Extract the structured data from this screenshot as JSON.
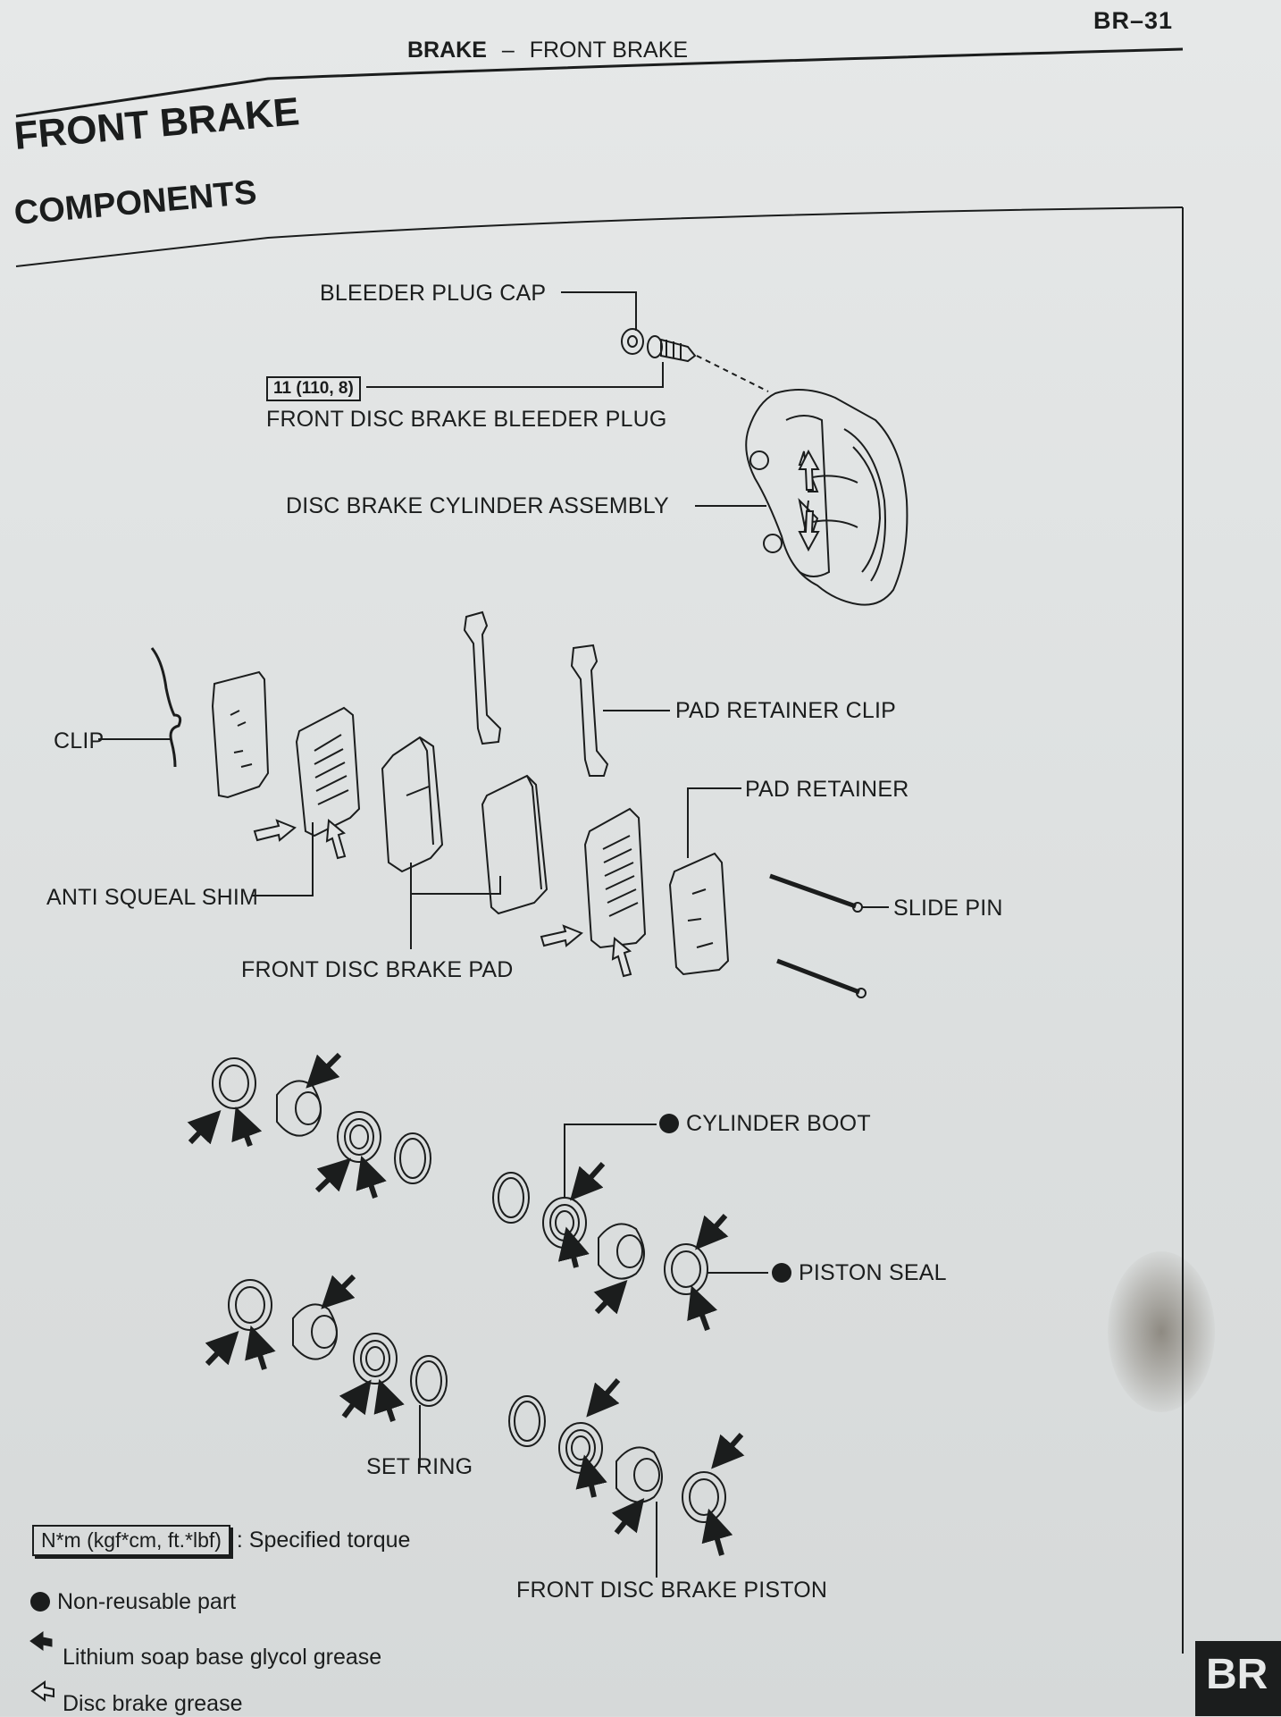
{
  "header": {
    "page_number": "BR–31",
    "section": "BRAKE",
    "separator": "–",
    "subsection": "FRONT BRAKE"
  },
  "title": {
    "line1": "FRONT BRAKE",
    "line2": "COMPONENTS"
  },
  "labels": {
    "bleeder_plug_cap": "BLEEDER PLUG CAP",
    "torque_value": "11 (110, 8)",
    "bleeder_plug": "FRONT DISC BRAKE BLEEDER PLUG",
    "cylinder_assembly": "DISC BRAKE CYLINDER ASSEMBLY",
    "clip": "CLIP",
    "pad_retainer_clip": "PAD RETAINER CLIP",
    "pad_retainer": "PAD RETAINER",
    "anti_squeal_shim": "ANTI SQUEAL SHIM",
    "slide_pin": "SLIDE PIN",
    "disc_brake_pad": "FRONT DISC BRAKE PAD",
    "cylinder_boot": "CYLINDER BOOT",
    "piston_seal": "PISTON SEAL",
    "set_ring": "SET RING",
    "piston": "FRONT DISC BRAKE PISTON"
  },
  "legend": {
    "torque_box": "N*m (kgf*cm, ft.*lbf)",
    "torque_desc": ": Specified torque",
    "non_reusable": "Non-reusable part",
    "lithium": "Lithium soap base glycol grease",
    "disc_grease": "Disc brake grease"
  },
  "tab": "BR",
  "colors": {
    "ink": "#1b1d1d",
    "paper": "#e2e4e4"
  },
  "icons": {
    "non_reusable": "filled-circle-icon",
    "lithium": "solid-arrow-icon",
    "disc_grease": "hollow-arrow-icon"
  }
}
